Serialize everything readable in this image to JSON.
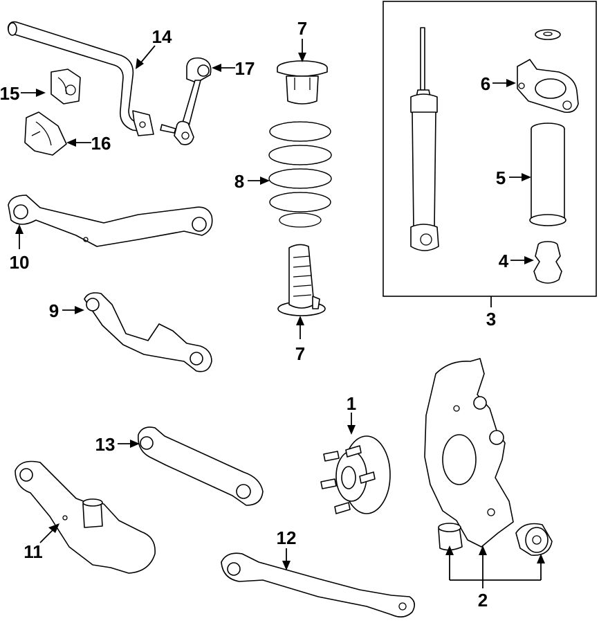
{
  "callouts": {
    "c1": "1",
    "c2": "2",
    "c3": "3",
    "c4": "4",
    "c5": "5",
    "c6": "6",
    "c7a": "7",
    "c7b": "7",
    "c8": "8",
    "c9": "9",
    "c10": "10",
    "c11": "11",
    "c12": "12",
    "c13": "13",
    "c14": "14",
    "c15": "15",
    "c16": "16",
    "c17": "17"
  }
}
